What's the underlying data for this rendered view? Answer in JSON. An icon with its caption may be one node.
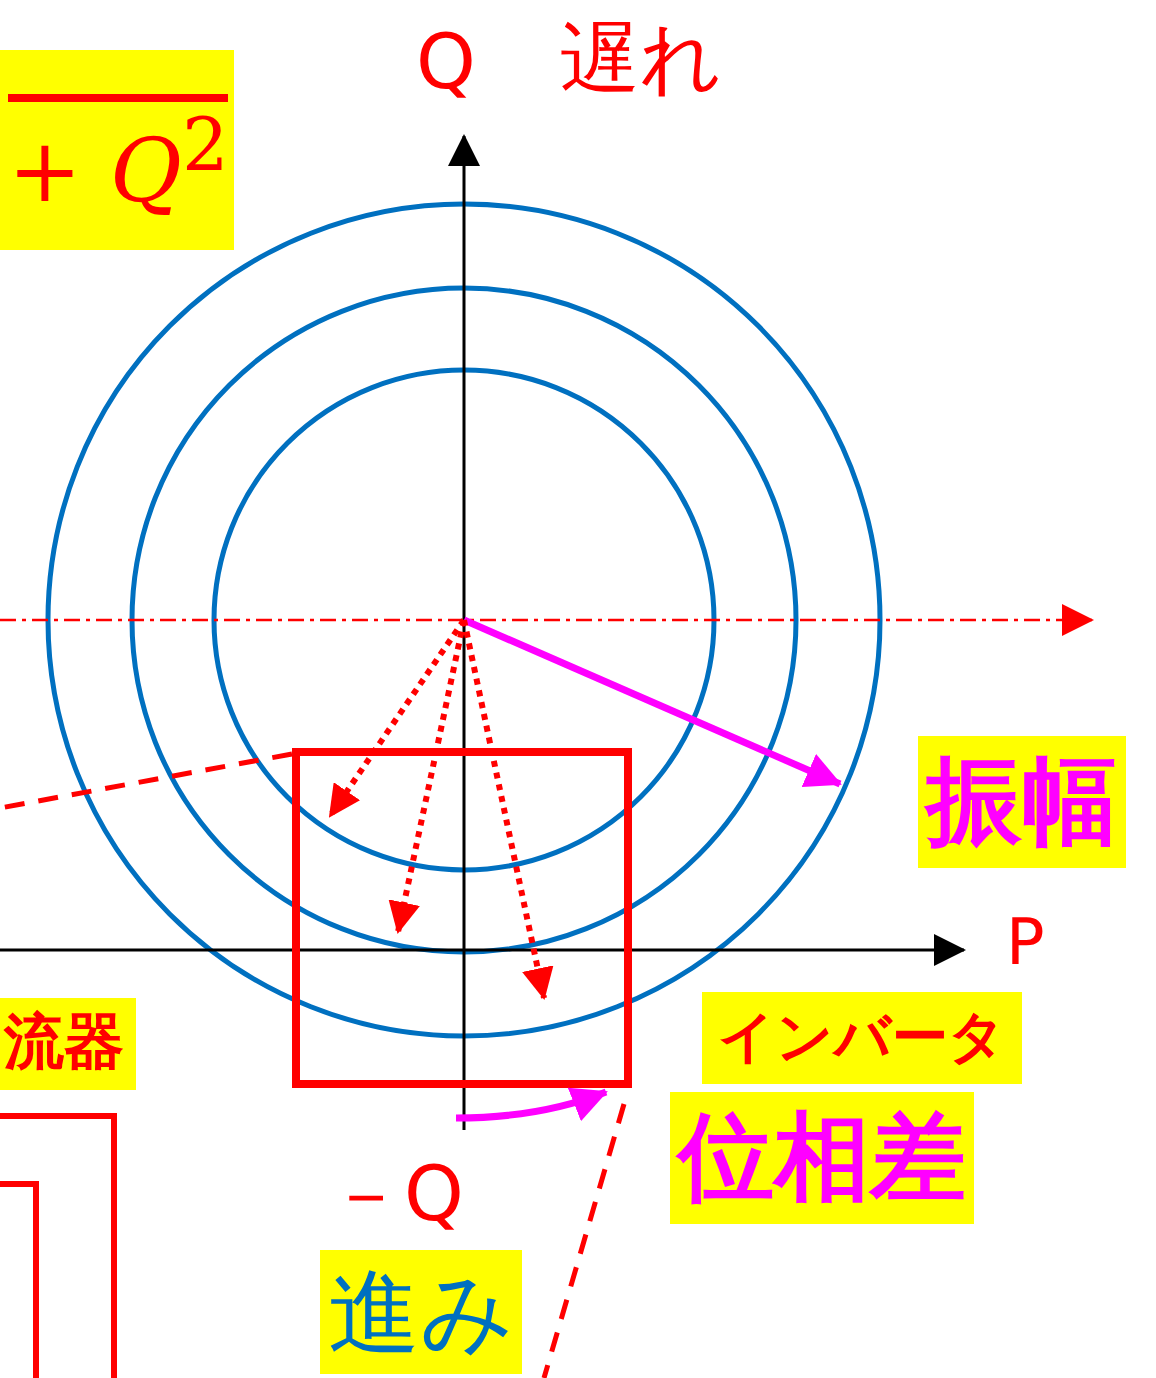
{
  "diagram": {
    "labels": [
      "+ *Q*$^{2}$",
      "Q",
      "遅れ",
      "振幅",
      "P",
      "流器",
      "インバータ",
      "位相差",
      "－Q",
      "進み"
    ]
  }
}
